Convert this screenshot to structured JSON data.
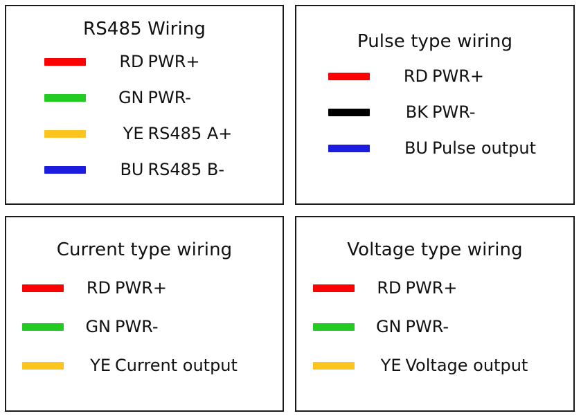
{
  "colors": {
    "red": "#FF0000",
    "green": "#22CC22",
    "yellow": "#FBC41E",
    "blue": "#1C1CE0",
    "black": "#000000",
    "border": "#1A1A1A",
    "background": "#FFFFFF",
    "text": "#111111"
  },
  "panels": [
    {
      "id": "rs485",
      "title": "RS485 Wiring",
      "rows": [
        {
          "swatch": "red",
          "swatch_hex": "#FF0000",
          "code": "RD",
          "desc": "PWR+"
        },
        {
          "swatch": "green",
          "swatch_hex": "#22CC22",
          "code": "GN",
          "desc": "PWR-"
        },
        {
          "swatch": "yellow",
          "swatch_hex": "#FBC41E",
          "code": "YE",
          "desc": "RS485 A+"
        },
        {
          "swatch": "blue",
          "swatch_hex": "#1C1CE0",
          "code": "BU",
          "desc": "RS485 B-"
        }
      ]
    },
    {
      "id": "pulse",
      "title": "Pulse type wiring",
      "rows": [
        {
          "swatch": "red",
          "swatch_hex": "#FF0000",
          "code": "RD",
          "desc": "PWR+"
        },
        {
          "swatch": "black",
          "swatch_hex": "#000000",
          "code": "BK",
          "desc": "PWR-"
        },
        {
          "swatch": "blue",
          "swatch_hex": "#1C1CE0",
          "code": "BU",
          "desc": "Pulse output"
        }
      ]
    },
    {
      "id": "current",
      "title": "Current type wiring",
      "rows": [
        {
          "swatch": "red",
          "swatch_hex": "#FF0000",
          "code": "RD",
          "desc": "PWR+"
        },
        {
          "swatch": "green",
          "swatch_hex": "#22CC22",
          "code": "GN",
          "desc": "PWR-"
        },
        {
          "swatch": "yellow",
          "swatch_hex": "#FBC41E",
          "code": "YE",
          "desc": "Current output"
        }
      ]
    },
    {
      "id": "voltage",
      "title": "Voltage type wiring",
      "rows": [
        {
          "swatch": "red",
          "swatch_hex": "#FF0000",
          "code": "RD",
          "desc": "PWR+"
        },
        {
          "swatch": "green",
          "swatch_hex": "#22CC22",
          "code": "GN",
          "desc": "PWR-"
        },
        {
          "swatch": "yellow",
          "swatch_hex": "#FBC41E",
          "code": "YE",
          "desc": "Voltage output"
        }
      ]
    }
  ]
}
